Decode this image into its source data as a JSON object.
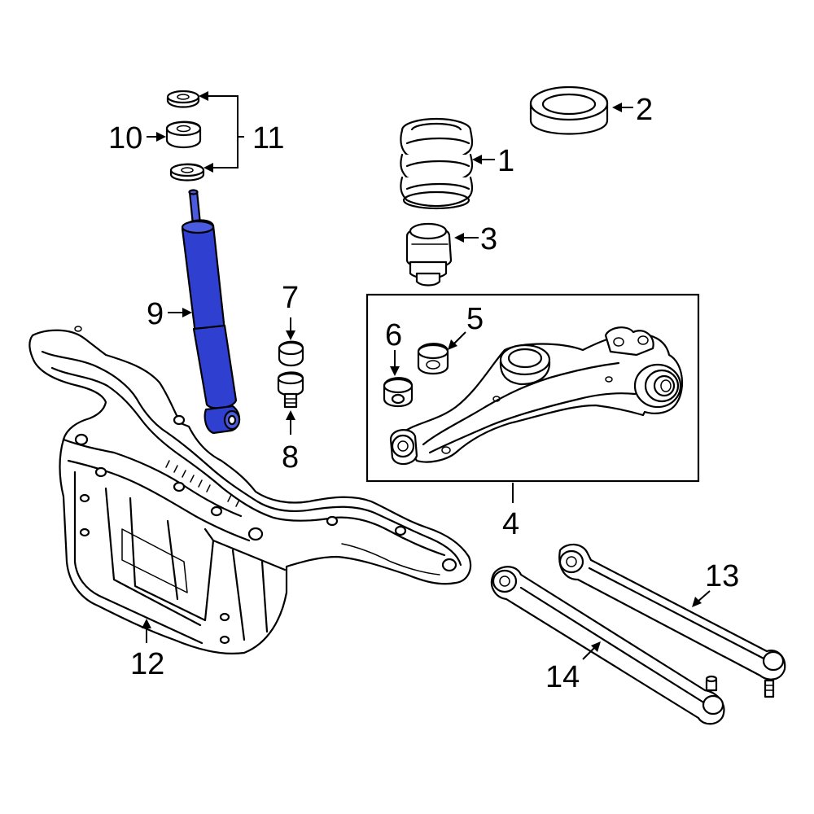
{
  "diagram": {
    "highlight_color": "#2f3fd0",
    "highlighted_part": "9",
    "callouts": {
      "c1": "1",
      "c2": "2",
      "c3": "3",
      "c4": "4",
      "c5": "5",
      "c6": "6",
      "c7": "7",
      "c8": "8",
      "c9": "9",
      "c10": "10",
      "c11": "11",
      "c12": "12",
      "c13": "13",
      "c14": "14"
    }
  }
}
